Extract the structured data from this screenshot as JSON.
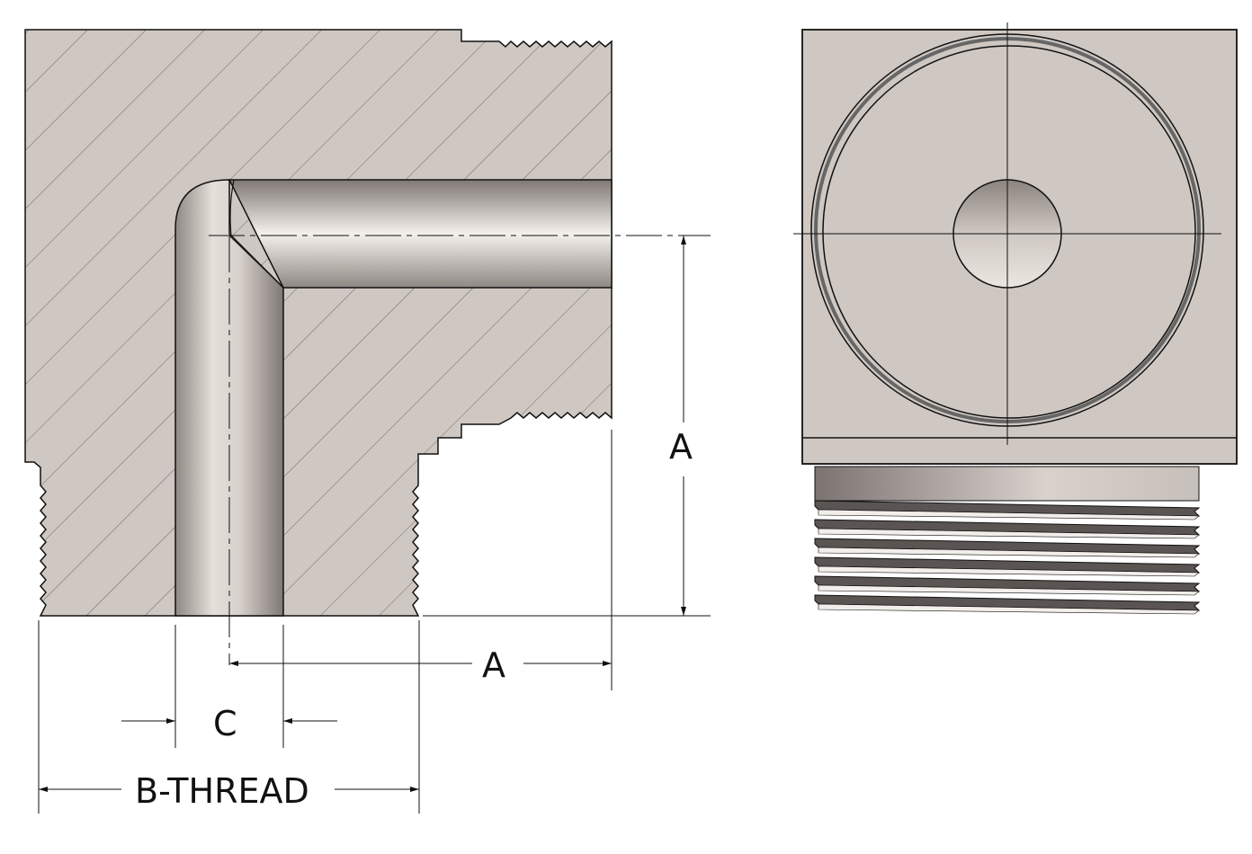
{
  "labels": {
    "dim_a_vertical": "A",
    "dim_a_horizontal": "A",
    "dim_c": "C",
    "dim_b_thread": "B-THREAD"
  },
  "colors": {
    "body": "#cfc8c2",
    "line": "#111111",
    "bore_light": "#f2eeea",
    "bore_dark": "#8f8883",
    "thread_dark": "#5a5552"
  }
}
